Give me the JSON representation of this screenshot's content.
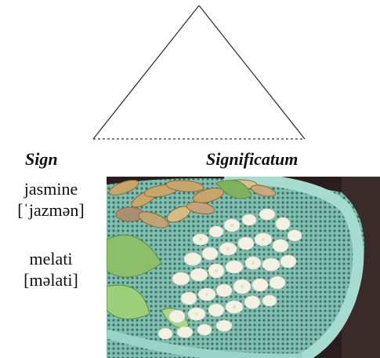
{
  "headings": {
    "sign": "Sign",
    "significatum": "Significatum"
  },
  "words": [
    {
      "word": "jasmine",
      "ipa": "[ˈjazmən]"
    },
    {
      "word": "melati",
      "ipa": "[məlati]"
    }
  ],
  "photo": {
    "subject": "white jasmine flowers with leaves and buds in a mint-green plastic basket"
  },
  "colors": {
    "basket": "#8fcfc0",
    "flowers": "#f3f1e4",
    "background": "#2a1d1d"
  }
}
